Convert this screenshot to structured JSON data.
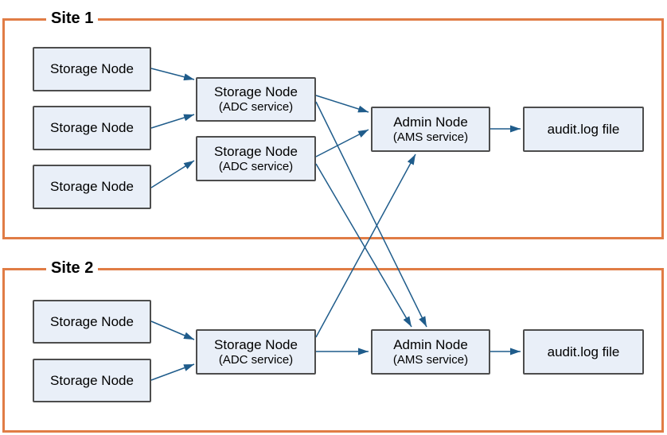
{
  "colors": {
    "site_border": "#E07C45",
    "node_fill": "#E9EFF8",
    "node_border": "#4D4D4D",
    "arrow": "#1F5C8B",
    "text": "#000000"
  },
  "sites": [
    {
      "label": "Site 1",
      "nodes": [
        {
          "label": "Storage Node"
        },
        {
          "label": "Storage Node"
        },
        {
          "label": "Storage Node"
        },
        {
          "label": "Storage Node",
          "sublabel": "(ADC service)"
        },
        {
          "label": "Storage Node",
          "sublabel": "(ADC service)"
        },
        {
          "label": "Admin Node",
          "sublabel": "(AMS service)"
        },
        {
          "label": "audit.log file"
        }
      ]
    },
    {
      "label": "Site 2",
      "nodes": [
        {
          "label": "Storage Node"
        },
        {
          "label": "Storage Node"
        },
        {
          "label": "Storage Node",
          "sublabel": "(ADC service)"
        },
        {
          "label": "Admin Node",
          "sublabel": "(AMS service)"
        },
        {
          "label": "audit.log file"
        }
      ]
    }
  ],
  "connections": [
    {
      "from": "site1-storage-node-1",
      "to": "site1-adc-node-1"
    },
    {
      "from": "site1-storage-node-2",
      "to": "site1-adc-node-1"
    },
    {
      "from": "site1-storage-node-3",
      "to": "site1-adc-node-2"
    },
    {
      "from": "site1-adc-node-1",
      "to": "site1-admin-node"
    },
    {
      "from": "site1-adc-node-2",
      "to": "site1-admin-node"
    },
    {
      "from": "site1-adc-node-1",
      "to": "site2-admin-node"
    },
    {
      "from": "site1-adc-node-2",
      "to": "site2-admin-node"
    },
    {
      "from": "site1-admin-node",
      "to": "site1-audit-log-file"
    },
    {
      "from": "site2-storage-node-1",
      "to": "site2-adc-node"
    },
    {
      "from": "site2-storage-node-2",
      "to": "site2-adc-node"
    },
    {
      "from": "site2-adc-node",
      "to": "site2-admin-node"
    },
    {
      "from": "site2-adc-node",
      "to": "site1-admin-node"
    },
    {
      "from": "site2-admin-node",
      "to": "site2-audit-log-file"
    }
  ]
}
